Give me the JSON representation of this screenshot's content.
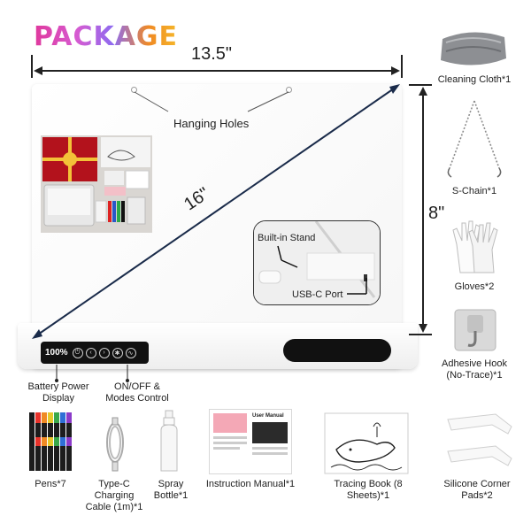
{
  "header": {
    "title": "PACKAGE"
  },
  "dimensions": {
    "width": "13.5\"",
    "diagonal": "16\"",
    "height": "8\""
  },
  "board": {
    "hanging_holes_label": "Hanging Holes",
    "built_in_stand_label": "Built-in Stand",
    "usb_port_label": "USB-C Port",
    "battery_readout": "100%",
    "battery_label": "Battery Power Display",
    "control_label": "ON/OFF & Modes Control"
  },
  "side_items": [
    {
      "label": "Cleaning Cloth*1"
    },
    {
      "label": "S-Chain*1"
    },
    {
      "label": "Gloves*2"
    },
    {
      "label": "Adhesive Hook (No-Trace)*1"
    }
  ],
  "bottom_items": [
    {
      "label": "Pens*7"
    },
    {
      "label": "Type-C Charging Cable (1m)*1"
    },
    {
      "label": "Spray Bottle*1"
    },
    {
      "label": "Instruction Manual*1"
    },
    {
      "label": "Tracing Book (8 Sheets)*1"
    },
    {
      "label": "Silicone Corner Pads*2"
    }
  ],
  "manual": {
    "heading": "User Manual"
  },
  "colors": {
    "accent_pink": "#e0389c",
    "accent_purple": "#8e6bf0",
    "accent_orange": "#f5b72a"
  },
  "pen_colors": [
    "#1a1a1a",
    "#e8332b",
    "#f08a24",
    "#e5c82b",
    "#3aa84a",
    "#2f6fd6",
    "#8b3bc9"
  ]
}
